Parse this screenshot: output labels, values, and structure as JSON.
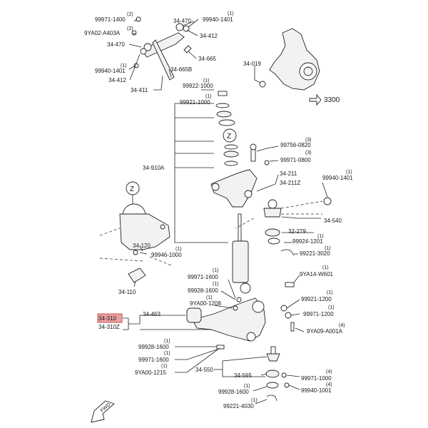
{
  "diagram": {
    "highlight_color": "#e8a0a0",
    "direction_label": "FWD",
    "view_marker": "Z",
    "labels": {
      "p99971_1400": "99971-1400",
      "q99971_1400": "(2)",
      "p9YA02": "9YA02-A403A",
      "q9YA02": "(2)",
      "p34_470a": "34-470",
      "p34_470b": "34-470",
      "p99940_1401a": "99940-1401",
      "q99940_1401a": "(1)",
      "p99940_1401b": "99940-1401",
      "q99940_1401b": "(1)",
      "p34_412a": "34-412",
      "p34_412b": "34-412",
      "p34_665": "34-665",
      "p34_665B": "34-665B",
      "p34_411": "34-411",
      "p34_019": "34-019",
      "p3300": "3300",
      "p99922_1000": "99922-1000",
      "q99922_1000": "(1)",
      "p99921_1000": "99921-1000",
      "q99921_1000": "(1)",
      "p99756_0820": "99756-0820",
      "q99756_0820": "(3)",
      "p99971_0800": "99971-0800",
      "q99971_0800": "(3)",
      "p34_910A": "34-910A",
      "p34_211": "34-211",
      "p34_211Z": "34-211Z",
      "p99940_1401c": "99940-1401",
      "q99940_1401c": "(1)",
      "p34_540": "34-540",
      "p32_279": "32-279",
      "p99924_1201": "99924-1201",
      "q99924_1201": "(1)",
      "p99221_3020": "99221-3020",
      "q99221_3020": "(1)",
      "p34_120": "34-120",
      "p99946_1000": "99946-1000",
      "q99946_1000": "(1)",
      "p34_110": "34-110",
      "p99971_1600a": "99971-1600",
      "q99971_1600a": "(1)",
      "p99928_1600a": "99928-1600",
      "q99928_1600a": "(1)",
      "p9YA14": "9YA14-W601",
      "q9YA14": "(1)",
      "p9YA00_1208": "9YA00-1208",
      "q9YA00_1208": "(1)",
      "p99921_1200": "99921-1200",
      "q99921_1200": "(1)",
      "p34_310": "34-310",
      "p34_310Z": "34-310Z",
      "p34_463": "34-463",
      "p99971_1200": "99971-1200",
      "q99971_1200": "(1)",
      "p9YA09": "9YA09-A001A",
      "q9YA09": "(4)",
      "p99928_1600b": "99928-1600",
      "q99928_1600b": "(1)",
      "p99971_1600b": "99971-1600",
      "q99971_1600b": "(1)",
      "p9YA00_1215": "9YA00-1215",
      "q9YA00_1215": "(1)",
      "p34_550": "34-550",
      "p34_565": "34-565",
      "p99971_1000": "99971-1000",
      "q99971_1000": "(4)",
      "p99940_1001": "99940-1001",
      "q99940_1001": "(4)",
      "p99928_1600c": "99928-1600",
      "q99928_1600c": "(1)",
      "p99221_4030": "99221-4030",
      "q99221_4030": "(1)"
    }
  }
}
